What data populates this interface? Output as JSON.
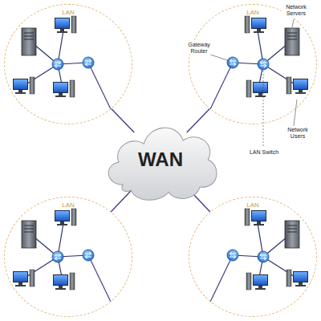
{
  "diagram": {
    "nodes": [
      {
        "text": [
          "LAN"
        ]
      },
      {
        "text": [
          "LAN"
        ]
      },
      {
        "text": [
          "WAN"
        ]
      },
      {
        "text": [
          "LAN"
        ]
      },
      {
        "text": [
          "LAN"
        ]
      }
    ],
    "edges": [
      {
        "from": 0,
        "to": 2,
        "arrow": "none"
      },
      {
        "from": 1,
        "to": 2,
        "arrow": "none"
      },
      {
        "from": 3,
        "to": 2,
        "arrow": "none"
      },
      {
        "from": 4,
        "to": 2,
        "arrow": "none"
      }
    ],
    "labels": [
      "Network Servers",
      "Gateway Router",
      "LAN Switch",
      "Network Users"
    ]
  }
}
